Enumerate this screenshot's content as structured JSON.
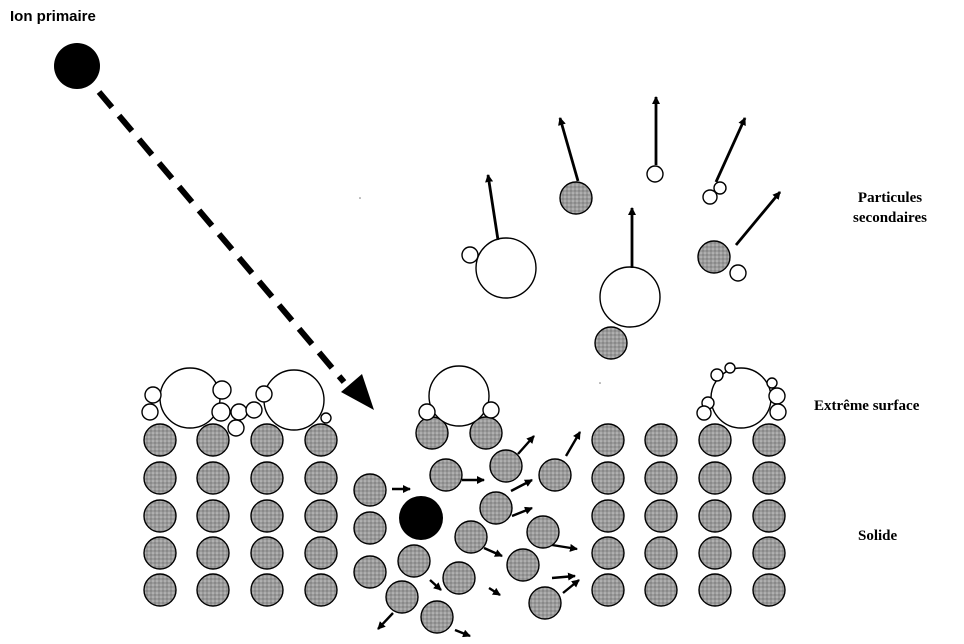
{
  "labels": {
    "primary_ion": "Ion primaire",
    "secondary_particles_line1": "Particules",
    "secondary_particles_line2": "secondaires",
    "extreme_surface": "Extrême surface",
    "solid": "Solide"
  },
  "colors": {
    "atom_fill": "#9a9a9a",
    "atom_stipple": "#c4c4c4",
    "ion_fill": "#000000",
    "light_atom_fill": "#ffffff",
    "stroke": "#000000",
    "background": "#ffffff"
  }
}
